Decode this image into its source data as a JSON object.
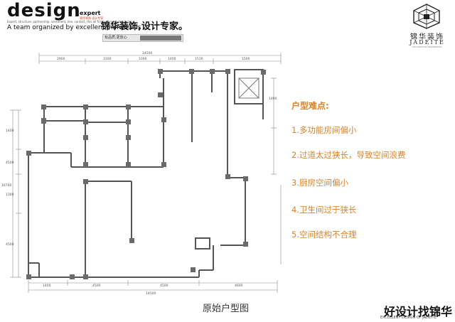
{
  "brand": {
    "design_word": "design",
    "expert_word": "expert",
    "sub_red": "锦华装饰·设计专家",
    "small_line": "Expert, structure, partnership, sentiment, line, contact, this all firmly through designing",
    "tagline": "A team organized by excellent individuals",
    "cn_title": "锦华装饰,设计专家。",
    "strip_label": "有品质,更放心"
  },
  "logo": {
    "cn": "锦华装饰",
    "en": "JADEITE",
    "tiny": "DECORATION ENGINEERING"
  },
  "difficulties": {
    "title": "户型难点:",
    "items": [
      "1.多功能房间偏小",
      "2.过道太过狭长，导致空间浪费",
      "3.厨房空间偏小",
      "4.卫生间过于狭长",
      "5.空间结构不合理"
    ]
  },
  "plan": {
    "dims_top": [
      "14500",
      "2900",
      "3100",
      "1000",
      "1400",
      "1510",
      "1500"
    ],
    "dims_left": [
      "1400",
      "4500",
      "1300",
      "4500",
      "16700"
    ],
    "dims_bottom": [
      "1400",
      "4500",
      "4500",
      "4600",
      "14500"
    ],
    "dims_right": [
      "1400"
    ]
  },
  "caption": "原始户型图",
  "footer": {
    "main": "好设计找锦华",
    "sub": "EXCELLENT DESIGN OF JADEITE"
  },
  "colors": {
    "accent": "#d9832b",
    "wall": "#555555",
    "column": "#6a6a6a",
    "dim_line": "#888888"
  }
}
